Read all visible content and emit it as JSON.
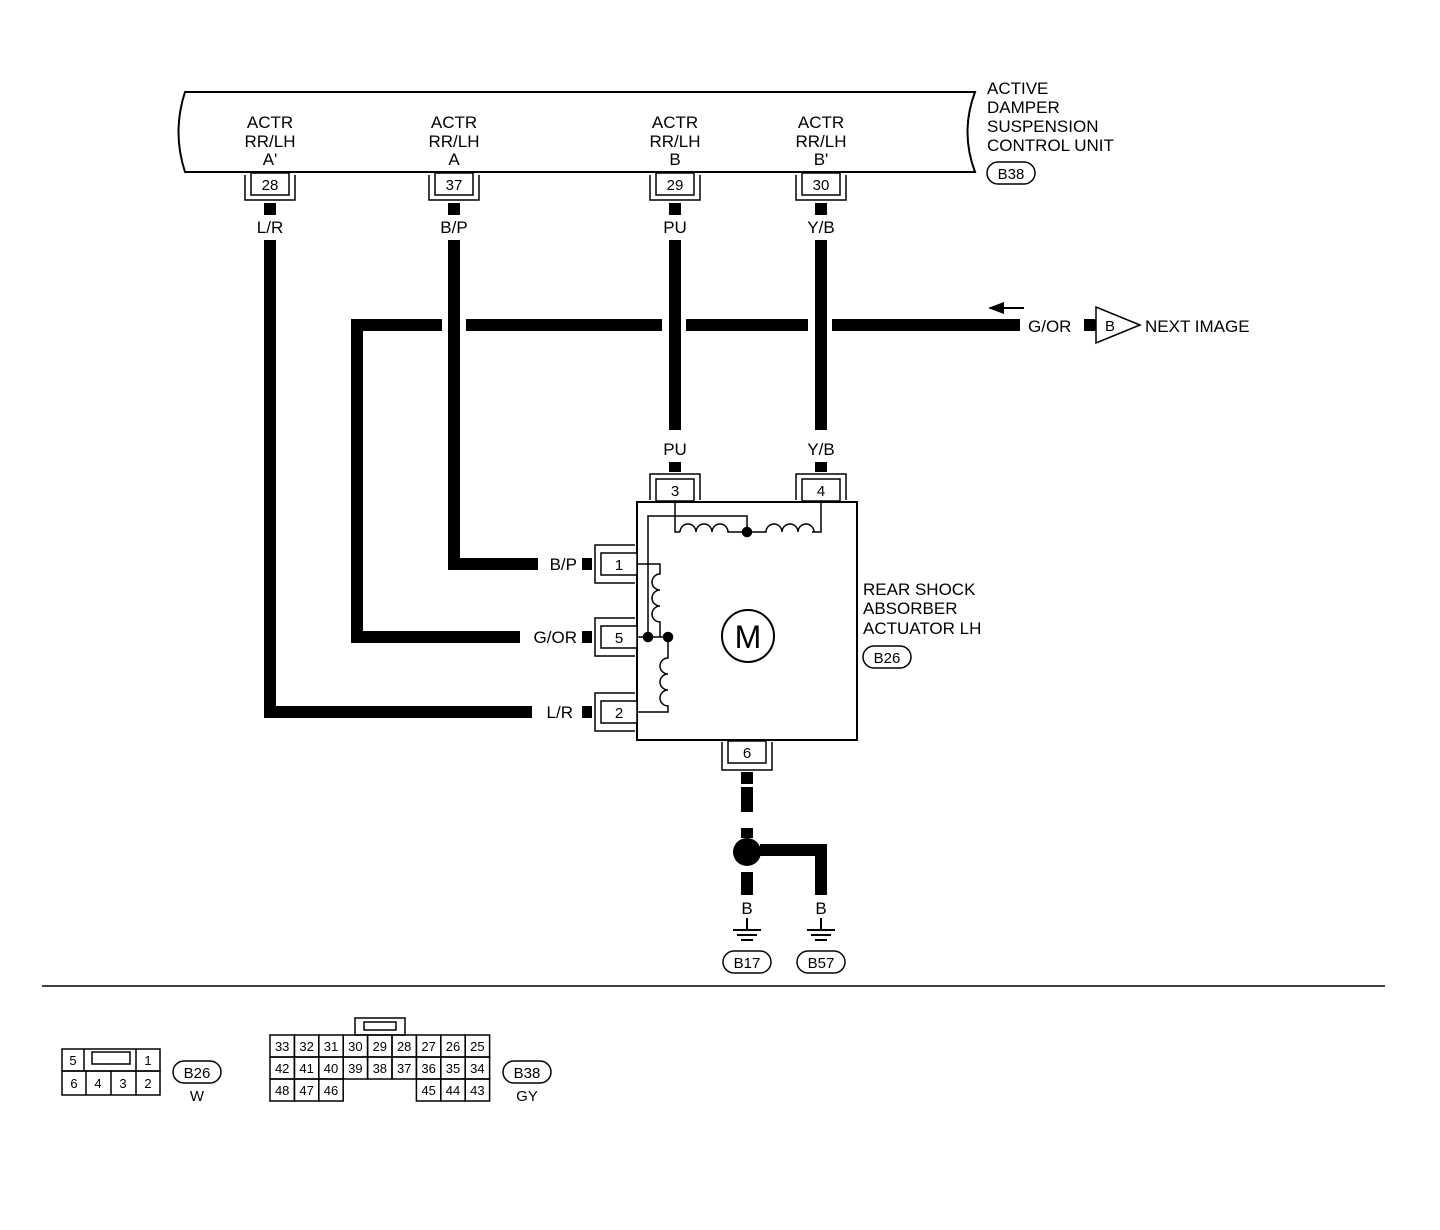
{
  "control_unit": {
    "name_lines": [
      "ACTIVE",
      "DAMPER",
      "SUSPENSION",
      "CONTROL UNIT"
    ],
    "connector": "B38",
    "terminals": [
      {
        "label_lines": [
          "ACTR",
          "RR/LH",
          "A'"
        ],
        "pin": "28",
        "wire": "L/R"
      },
      {
        "label_lines": [
          "ACTR",
          "RR/LH",
          "A"
        ],
        "pin": "37",
        "wire": "B/P"
      },
      {
        "label_lines": [
          "ACTR",
          "RR/LH",
          "B"
        ],
        "pin": "29",
        "wire": "PU"
      },
      {
        "label_lines": [
          "ACTR",
          "RR/LH",
          "B'"
        ],
        "pin": "30",
        "wire": "Y/B"
      }
    ]
  },
  "next_image": {
    "wire": "G/OR",
    "marker": "B",
    "text": "NEXT IMAGE"
  },
  "actuator": {
    "name_lines": [
      "REAR SHOCK",
      "ABSORBER",
      "ACTUATOR LH"
    ],
    "connector": "B26",
    "motor_symbol": "M",
    "top_pins": [
      {
        "pin": "3",
        "wire": "PU"
      },
      {
        "pin": "4",
        "wire": "Y/B"
      }
    ],
    "left_pins": [
      {
        "pin": "1",
        "wire": "B/P"
      },
      {
        "pin": "5",
        "wire": "G/OR"
      },
      {
        "pin": "2",
        "wire": "L/R"
      }
    ],
    "bottom_pin": {
      "pin": "6",
      "wire": "B"
    }
  },
  "grounds": [
    {
      "wire": "B",
      "connector": "B17"
    },
    {
      "wire": "B",
      "connector": "B57"
    }
  ],
  "connector_views": [
    {
      "id": "B26",
      "color": "W",
      "rows": [
        [
          "5",
          "",
          "1"
        ],
        [
          "6",
          "4",
          "3",
          "2"
        ]
      ]
    },
    {
      "id": "B38",
      "color": "GY",
      "rows": [
        [
          "33",
          "32",
          "31",
          "30",
          "29",
          "28",
          "27",
          "26",
          "25"
        ],
        [
          "42",
          "41",
          "40",
          "39",
          "38",
          "37",
          "36",
          "35",
          "34"
        ],
        [
          "48",
          "47",
          "46",
          "",
          "",
          "",
          "45",
          "44",
          "43"
        ]
      ]
    }
  ]
}
